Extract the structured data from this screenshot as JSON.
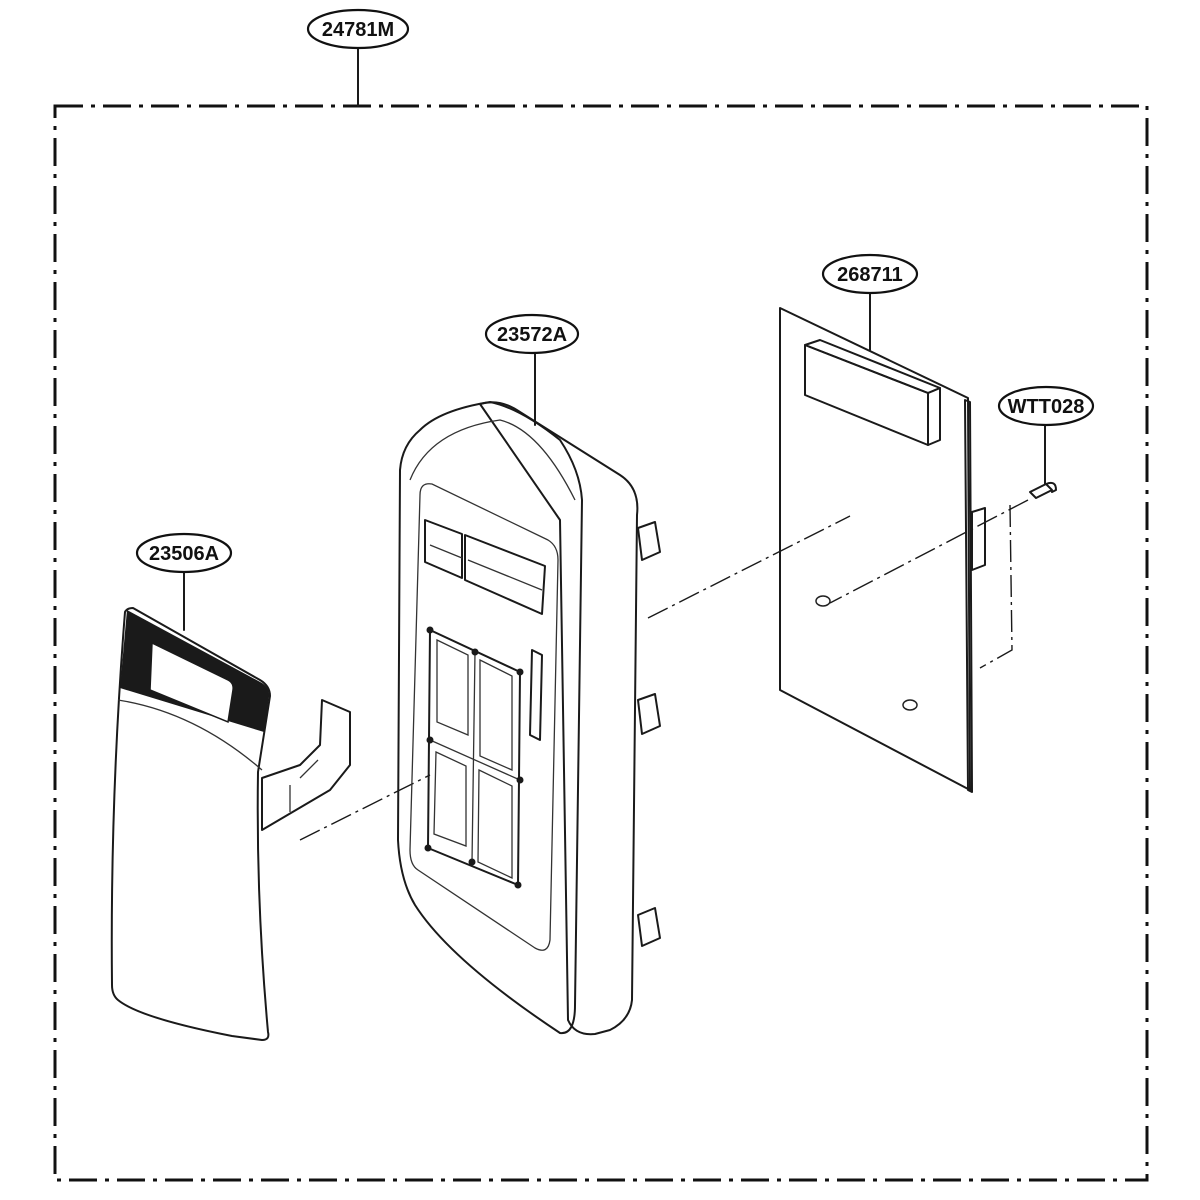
{
  "labels": {
    "assembly": "24781M",
    "control_board": "268711",
    "panel_frame": "23572A",
    "screw": "WTT028",
    "membrane_keypad": "23506A"
  }
}
